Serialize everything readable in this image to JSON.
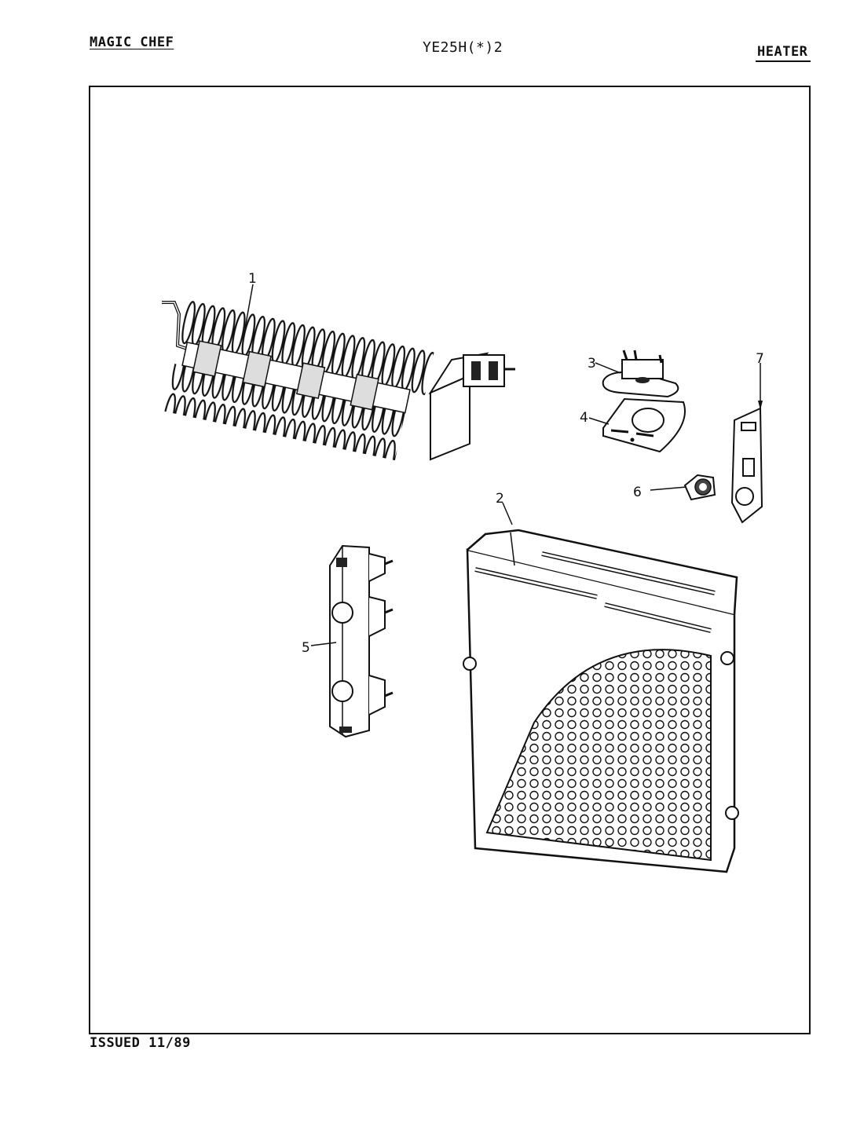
{
  "header": {
    "brand": "MAGIC CHEF",
    "model": "YE25H(*)2",
    "section": "HEATER"
  },
  "footer": {
    "issued": "ISSUED 11/89"
  },
  "callouts": [
    "1",
    "2",
    "3",
    "4",
    "5",
    "6",
    "7"
  ]
}
